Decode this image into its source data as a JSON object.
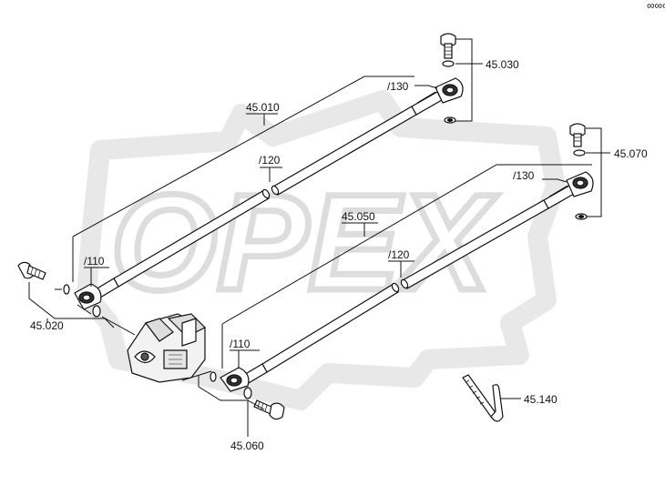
{
  "watermark": {
    "text": "OPEX",
    "color": "#e6e6e6"
  },
  "corner_mark": "∞∞∞",
  "colors": {
    "line": "#111111",
    "rod_fill": "#ffffff",
    "body_fill": "#f2f2f2"
  },
  "labels": {
    "p45010": "45.010",
    "p45020": "45.020",
    "p45030": "45.030",
    "p45050": "45.050",
    "p45060": "45.060",
    "p45070": "45.070",
    "p45140": "45.140",
    "upper_130": "/130",
    "upper_120": "/120",
    "upper_110": "/110",
    "lower_130": "/130",
    "lower_120": "/120",
    "lower_110": "/110"
  }
}
